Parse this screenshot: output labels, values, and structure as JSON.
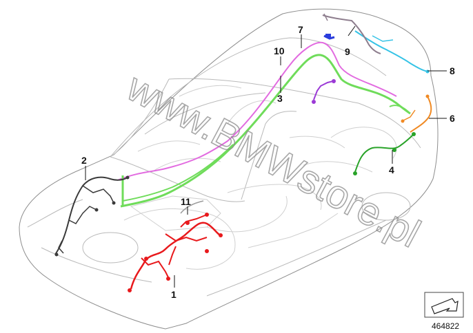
{
  "diagram": {
    "watermark_text": "www.BMWstore.pl",
    "reference_number": "464822",
    "callouts": [
      "1",
      "2",
      "3",
      "4",
      "6",
      "7",
      "8",
      "9",
      "10",
      "11"
    ],
    "harness_colors": {
      "1": "#e8191c",
      "2": "#3a3a3a",
      "3": "#6fdc5a",
      "4": "#29a329",
      "6": "#f08a24",
      "7": "#2a3cdc",
      "8": "#35c3e6",
      "9": "#8e7e8e",
      "10": "#e26be0",
      "11": "#9a9a9a",
      "purple": "#9b3ad6"
    },
    "icons": [
      "direction-arrow-icon"
    ]
  }
}
